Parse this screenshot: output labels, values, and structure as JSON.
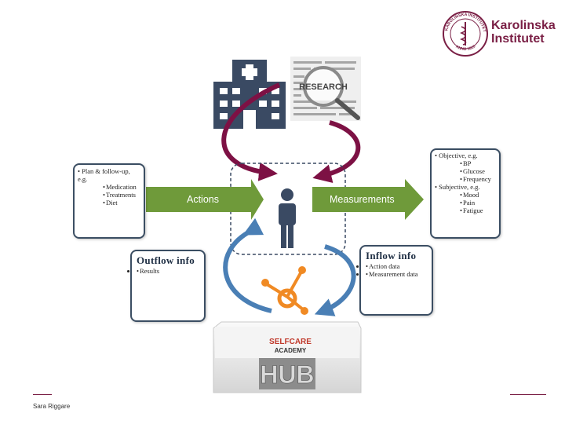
{
  "logo": {
    "name_line1": "Karolinska",
    "name_line2": "Institutet",
    "seal_text": "KAROLINSKA INSTITUTET",
    "seal_year": "ANNO 1810",
    "color": "#7a1f45"
  },
  "research_image": {
    "word": "RESEARCH"
  },
  "arrows": {
    "actions": "Actions",
    "measurements": "Measurements"
  },
  "plan_box": {
    "line1": "Plan & follow-up,",
    "line2": "e.g.",
    "items": [
      "Medication",
      "Treatments",
      "Diet"
    ]
  },
  "objective_box": {
    "objective_label": "Objective, e.g.",
    "objective_items": [
      "BP",
      "Glucose",
      "Frequency"
    ],
    "subjective_label": "Subjective, e.g.",
    "subjective_items": [
      "Mood",
      "Pain",
      "Fatigue"
    ]
  },
  "outflow_box": {
    "title": "Outflow info",
    "items": [
      "Results"
    ]
  },
  "inflow_box": {
    "title": "Inflow info",
    "items": [
      "Action data",
      "Measurement data"
    ]
  },
  "hub": {
    "brand_top": "SELFCARE",
    "brand_bottom": "ACADEMY",
    "label": "HUB"
  },
  "footer": {
    "author": "Sara Riggare"
  },
  "colors": {
    "green_arrow": "#6f9a3a",
    "purple_arrow": "#7d1144",
    "blue_arrow": "#4a7fb5",
    "navy": "#3a4a63",
    "orange": "#f08a24"
  }
}
